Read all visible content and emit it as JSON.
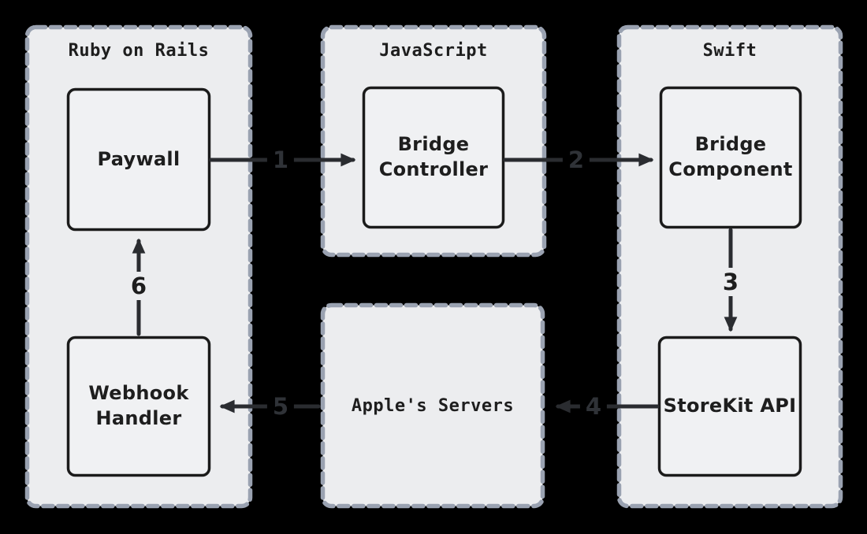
{
  "diagram": {
    "groups": {
      "rails": {
        "title": "Ruby on Rails"
      },
      "javascript": {
        "title": "JavaScript"
      },
      "swift": {
        "title": "Swift"
      },
      "apple": {
        "title": "Apple's Servers"
      }
    },
    "nodes": {
      "paywall": {
        "label": "Paywall"
      },
      "bridge_controller": {
        "label": "Bridge Controller"
      },
      "bridge_component": {
        "label": "Bridge Component"
      },
      "storekit_api": {
        "label": "StoreKit API"
      },
      "webhook_handler": {
        "label": "Webhook Handler"
      }
    },
    "arrows": {
      "a1": {
        "label": "1",
        "from": "Paywall",
        "to": "Bridge Controller"
      },
      "a2": {
        "label": "2",
        "from": "Bridge Controller",
        "to": "Bridge Component"
      },
      "a3": {
        "label": "3",
        "from": "Bridge Component",
        "to": "StoreKit API"
      },
      "a4": {
        "label": "4",
        "from": "StoreKit API",
        "to": "Apple's Servers"
      },
      "a5": {
        "label": "5",
        "from": "Apple's Servers",
        "to": "Webhook Handler"
      },
      "a6": {
        "label": "6",
        "from": "Webhook Handler",
        "to": "Paywall"
      }
    },
    "colors": {
      "background": "#000000",
      "container_fill": "#ecedef",
      "container_border": "#9aa2b1",
      "node_fill": "#f0f1f3",
      "node_border": "#1b1b1b",
      "arrow": "#2a2c30",
      "text": "#1e1e1e"
    }
  }
}
